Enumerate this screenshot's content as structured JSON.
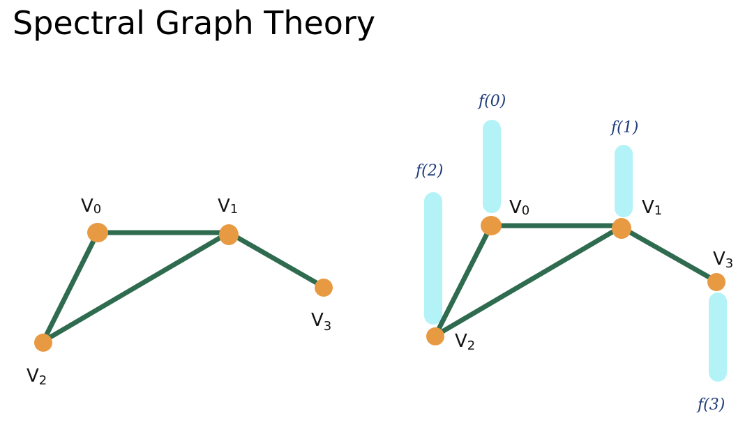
{
  "title": "Spectral Graph Theory",
  "colors": {
    "edge": "#2e6b4f",
    "node": "#e89a43",
    "bar": "#b3f3f8",
    "function_label": "#1d3a78",
    "text": "#000000"
  },
  "graph_left": {
    "vertices": [
      {
        "id": "v0",
        "label": "V",
        "sub": "0"
      },
      {
        "id": "v1",
        "label": "V",
        "sub": "1"
      },
      {
        "id": "v2",
        "label": "V",
        "sub": "2"
      },
      {
        "id": "v3",
        "label": "V",
        "sub": "3"
      }
    ],
    "edges": [
      [
        "v0",
        "v1"
      ],
      [
        "v0",
        "v2"
      ],
      [
        "v1",
        "v2"
      ],
      [
        "v1",
        "v3"
      ]
    ]
  },
  "graph_right": {
    "vertices": [
      {
        "id": "v0",
        "label": "V",
        "sub": "0"
      },
      {
        "id": "v1",
        "label": "V",
        "sub": "1"
      },
      {
        "id": "v2",
        "label": "V",
        "sub": "2"
      },
      {
        "id": "v3",
        "label": "V",
        "sub": "3"
      }
    ],
    "edges": [
      [
        "v0",
        "v1"
      ],
      [
        "v0",
        "v2"
      ],
      [
        "v1",
        "v2"
      ],
      [
        "v1",
        "v3"
      ]
    ],
    "function_labels": [
      {
        "vertex": "v0",
        "text": "f(0)"
      },
      {
        "vertex": "v1",
        "text": "f(1)"
      },
      {
        "vertex": "v2",
        "text": "f(2)"
      },
      {
        "vertex": "v3",
        "text": "f(3)"
      }
    ]
  }
}
